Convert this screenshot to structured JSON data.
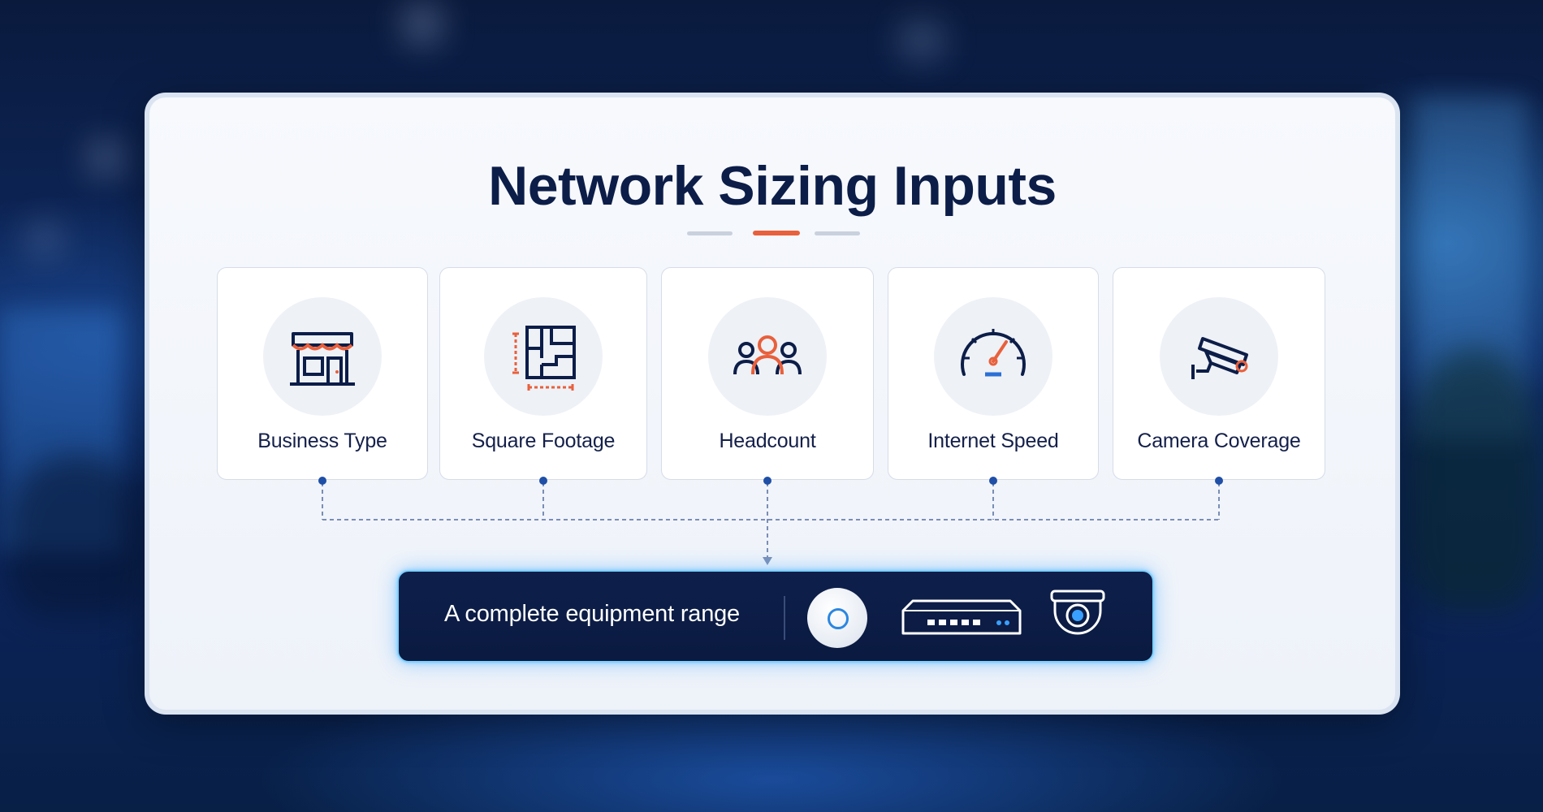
{
  "title": "Network Sizing Inputs",
  "inputs": [
    {
      "label": "Business Type",
      "icon": "storefront-icon"
    },
    {
      "label": "Square Footage",
      "icon": "floor-plan-icon"
    },
    {
      "label": "Headcount",
      "icon": "people-icon"
    },
    {
      "label": "Internet Speed",
      "icon": "speedometer-icon"
    },
    {
      "label": "Camera Coverage",
      "icon": "security-camera-icon"
    }
  ],
  "output": {
    "label": "A complete equipment range",
    "equipment_icons": [
      "access-point-icon",
      "network-switch-icon",
      "dome-camera-icon"
    ]
  },
  "colors": {
    "navy": "#0c1d48",
    "accent_orange": "#e8603c",
    "connector_blue": "#2a5db0",
    "glow_blue": "#7fd0ff"
  }
}
